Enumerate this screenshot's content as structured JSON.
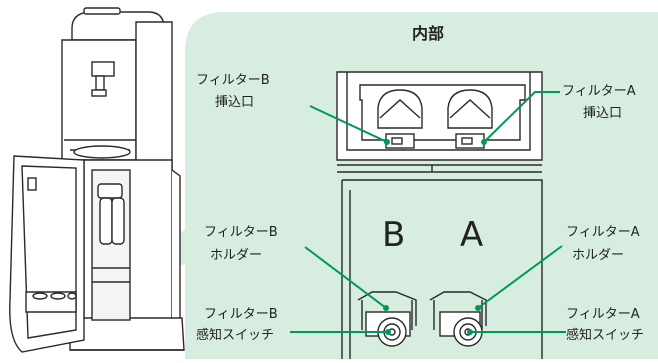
{
  "title": "内部",
  "labels": {
    "b_slot_line1": "フィルターB",
    "b_slot_line2": "挿込口",
    "a_slot_line1": "フィルターA",
    "a_slot_line2": "挿込口",
    "b_holder_line1": "フィルターB",
    "b_holder_line2": "ホルダー",
    "a_holder_line1": "フィルターA",
    "a_holder_line2": "ホルダー",
    "b_switch_line1": "フィルターB",
    "b_switch_line2": "感知スイッチ",
    "a_switch_line1": "フィルターA",
    "a_switch_line2": "感知スイッチ"
  },
  "slot_letters": {
    "left": "B",
    "right": "A"
  },
  "colors": {
    "panel": "#d6eddf",
    "leader": "#009a55",
    "line": "#2a2a2a"
  }
}
